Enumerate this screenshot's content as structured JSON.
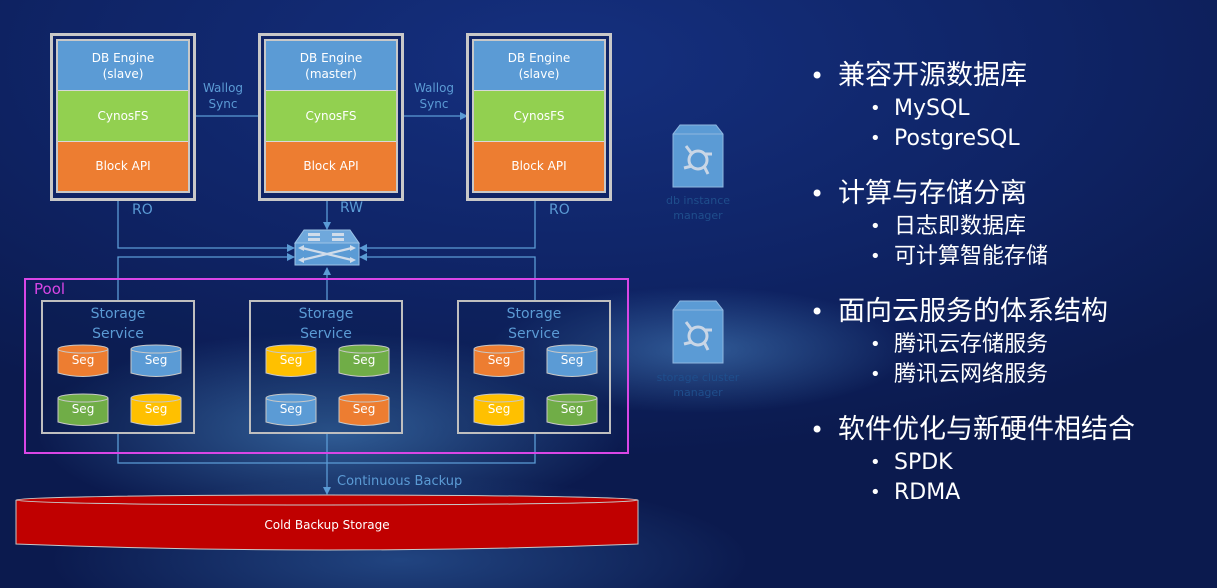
{
  "diagram": {
    "db_nodes": [
      {
        "engine": "DB  Engine",
        "role_sub": "(slave)",
        "fs": "CynosFS",
        "api": "Block API",
        "access": "RO"
      },
      {
        "engine": "DB Engine",
        "role_sub": "(master)",
        "fs": "CynosFS",
        "api": "Block API",
        "access": "RW"
      },
      {
        "engine": "DB Engine",
        "role_sub": "(slave)",
        "fs": "CynosFS",
        "api": "Block API",
        "access": "RO"
      }
    ],
    "sync_labels": [
      {
        "line1": "Wallog",
        "line2": "Sync"
      },
      {
        "line1": "Wallog",
        "line2": "Sync"
      }
    ],
    "switch_icon": "network-switch-icon",
    "pool_label": "Pool",
    "storage_services": [
      {
        "title1": "Storage",
        "title2": "Service",
        "segments": [
          {
            "label": "Seg",
            "color": "#ed7d31"
          },
          {
            "label": "Seg",
            "color": "#5b9bd5"
          },
          {
            "label": "Seg",
            "color": "#70ad47"
          },
          {
            "label": "Seg",
            "color": "#ffc000"
          }
        ]
      },
      {
        "title1": "Storage",
        "title2": "Service",
        "segments": [
          {
            "label": "Seg",
            "color": "#ffc000"
          },
          {
            "label": "Seg",
            "color": "#70ad47"
          },
          {
            "label": "Seg",
            "color": "#5b9bd5"
          },
          {
            "label": "Seg",
            "color": "#ed7d31"
          }
        ]
      },
      {
        "title1": "Storage",
        "title2": "Service",
        "segments": [
          {
            "label": "Seg",
            "color": "#ed7d31"
          },
          {
            "label": "Seg",
            "color": "#5b9bd5"
          },
          {
            "label": "Seg",
            "color": "#ffc000"
          },
          {
            "label": "Seg",
            "color": "#70ad47"
          }
        ]
      }
    ],
    "backup_label": "Continuous Backup",
    "cold_storage_label": "Cold Backup Storage",
    "managers": [
      {
        "icon": "manager-arrows-icon",
        "line1": "db instance",
        "line2": "manager"
      },
      {
        "icon": "manager-arrows-icon",
        "line1": "storage cluster",
        "line2": "manager"
      }
    ],
    "colors": {
      "engine": "#5b9bd5",
      "fs": "#92d050",
      "api": "#ed7d31",
      "pool_border": "#d946e6",
      "connector": "#5b9bd5",
      "cold_storage": "#c00000"
    }
  },
  "bullets": [
    {
      "title": "兼容开源数据库",
      "items": [
        "MySQL",
        "PostgreSQL"
      ]
    },
    {
      "title": "计算与存储分离",
      "items": [
        "日志即数据库",
        "可计算智能存储"
      ]
    },
    {
      "title": "面向云服务的体系结构",
      "items": [
        "腾讯云存储服务",
        "腾讯云网络服务"
      ]
    },
    {
      "title": "软件优化与新硬件相结合",
      "items": [
        "SPDK",
        "RDMA"
      ]
    }
  ]
}
